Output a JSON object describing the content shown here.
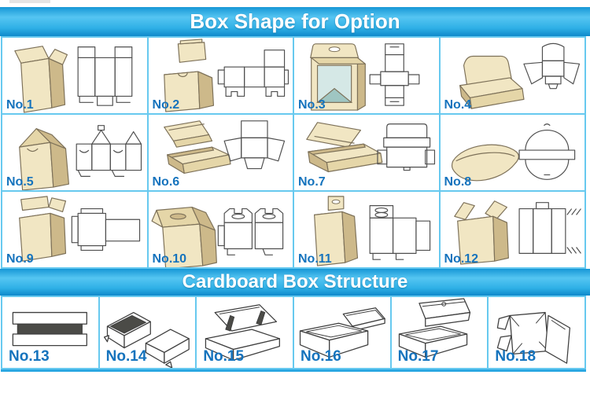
{
  "sections": {
    "shape": {
      "title": "Box Shape for Option"
    },
    "structure": {
      "title": "Cardboard Box Structure"
    }
  },
  "colors": {
    "banner_blue": "#29abe2",
    "cell_border": "#67c9ef",
    "label_blue": "#1573bd",
    "carton_cream": "#f1e6c3",
    "carton_shadow": "#cdb98a",
    "window_teal": "#9fc6c2",
    "dieline_gray": "#4f4f4f",
    "dark_fill": "#4b4b47"
  },
  "shape_options": [
    {
      "label": "No.1",
      "icon": "tall-tuck-carton-with-dieline"
    },
    {
      "label": "No.2",
      "icon": "cube-lid-box-with-dieline"
    },
    {
      "label": "No.3",
      "icon": "hang-window-box-with-dieline"
    },
    {
      "label": "No.4",
      "icon": "display-tray-with-dieline"
    },
    {
      "label": "No.5",
      "icon": "gable-carton-with-dieline"
    },
    {
      "label": "No.6",
      "icon": "hinged-tray-with-dieline"
    },
    {
      "label": "No.7",
      "icon": "mailer-box-with-dieline"
    },
    {
      "label": "No.8",
      "icon": "pillow-box-with-dieline"
    },
    {
      "label": "No.9",
      "icon": "open-flap-carton-with-dieline"
    },
    {
      "label": "No.10",
      "icon": "gable-handle-box-with-dieline"
    },
    {
      "label": "No.11",
      "icon": "hang-tab-box-with-dieline"
    },
    {
      "label": "No.12",
      "icon": "open-cube-carton-with-dieline"
    }
  ],
  "structure_options": [
    {
      "label": "No.13",
      "icon": "telescoping-layers-side-view"
    },
    {
      "label": "No.14",
      "icon": "drawer-slide-box"
    },
    {
      "label": "No.15",
      "icon": "hinged-lid-tray-with-straps"
    },
    {
      "label": "No.16",
      "icon": "base-and-lid-two-piece-box"
    },
    {
      "label": "No.17",
      "icon": "flip-top-box"
    },
    {
      "label": "No.18",
      "icon": "collapsible-folding-box"
    }
  ]
}
